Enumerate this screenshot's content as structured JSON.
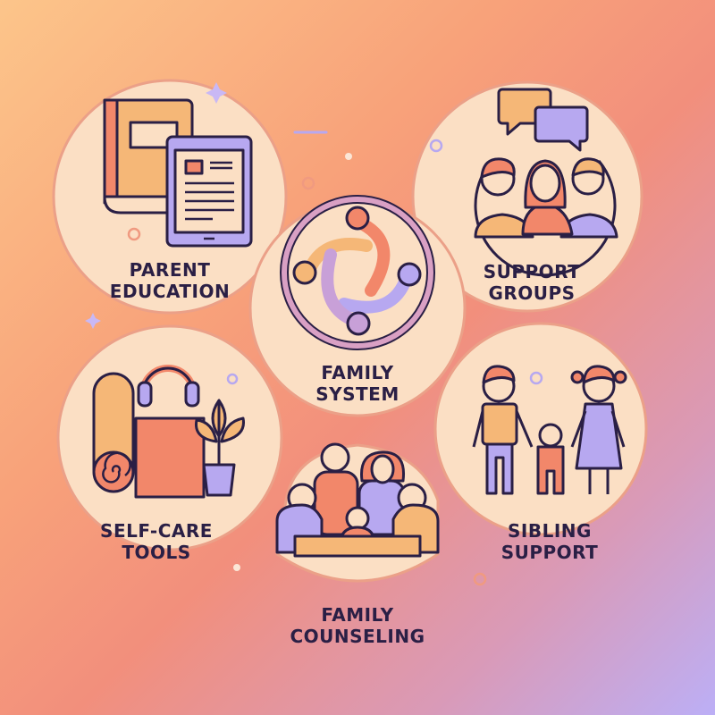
{
  "diagram": {
    "center": {
      "line1": "FAMILY",
      "line2": "SYSTEM",
      "icon": "family-system-circle-icon"
    },
    "nodes": [
      {
        "id": "parent-education",
        "line1": "PARENT",
        "line2": "EDUCATION",
        "icon": "book-and-tablet-icon"
      },
      {
        "id": "support-groups",
        "line1": "SUPPORT",
        "line2": "GROUPS",
        "icon": "group-chat-people-icon"
      },
      {
        "id": "self-care-tools",
        "line1": "SELF-CARE",
        "line2": "TOOLS",
        "icon": "headphones-mat-plant-icon"
      },
      {
        "id": "sibling-support",
        "line1": "SIBLING",
        "line2": "SUPPORT",
        "icon": "siblings-holding-hands-icon"
      },
      {
        "id": "family-counseling",
        "line1": "FAMILY",
        "line2": "COUNSELING",
        "icon": "family-at-table-icon"
      }
    ]
  },
  "colors": {
    "bg_top_left": "#fcc58a",
    "bg_bottom_right": "#bcaff6",
    "bubble": "#fbdfc4",
    "outline": "#2a1f45",
    "coral": "#f2876a",
    "orange": "#f5b777",
    "lavender": "#b7a8f0"
  }
}
